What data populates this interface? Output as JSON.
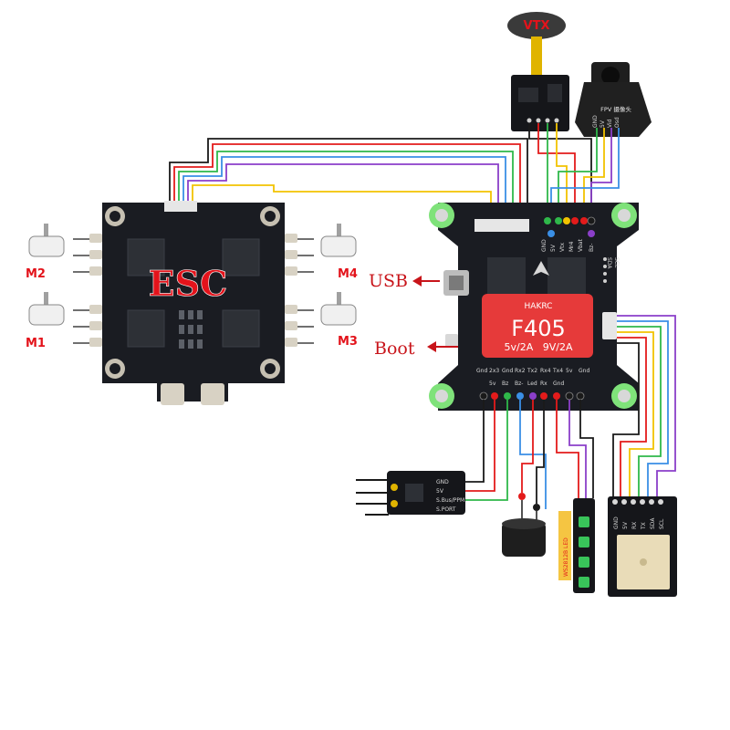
{
  "labels": {
    "vtx": "VTX",
    "camera": "FPV 摄像头",
    "camera_pins": [
      "GND",
      "5V",
      "Vid",
      "Osd"
    ],
    "esc": "ESC",
    "motors": [
      "M1",
      "M2",
      "M3",
      "M4"
    ],
    "usb": "USB",
    "boot": "Boot",
    "fc_brand": "HAKRC",
    "fc_model": "F405",
    "fc_specs": "5v/2A   9V/2A",
    "fc_top_pins": [
      "GND",
      "5V",
      "Vtx",
      "Mr4",
      "Vbat",
      "Bz-"
    ],
    "fc_bottom_pins": [
      "Gnd",
      "2x3",
      "Gnd",
      "Rx2",
      "Tx2",
      "Rx4",
      "Tx4",
      "5v",
      "Gnd"
    ],
    "fc_bottom_pins2": [
      "5v",
      "Bz",
      "Bz-",
      "Led",
      "Rx",
      "Gnd"
    ],
    "fc_right_pins": [
      "SDA",
      "SCL",
      "Gnd",
      "5V"
    ],
    "receiver_pins": [
      "GND",
      "5V",
      "S.Bus/PPM",
      "S.PORT"
    ],
    "led_strip": "WS2812B LED",
    "gps_pins": [
      "GND",
      "5V",
      "RX",
      "TX",
      "SDA",
      "SCL"
    ]
  },
  "colors": {
    "pcb": "#1a1c22",
    "pad": "#d8d2c4",
    "fc_label": "#e63a3a",
    "wire_black": "#1a1a1a",
    "wire_red": "#e31b1b",
    "wire_yellow": "#f2c300",
    "wire_green": "#2fb84a",
    "wire_blue": "#3a8fe6",
    "wire_purple": "#8b3fc9",
    "mount_green": "#7fe27a"
  }
}
